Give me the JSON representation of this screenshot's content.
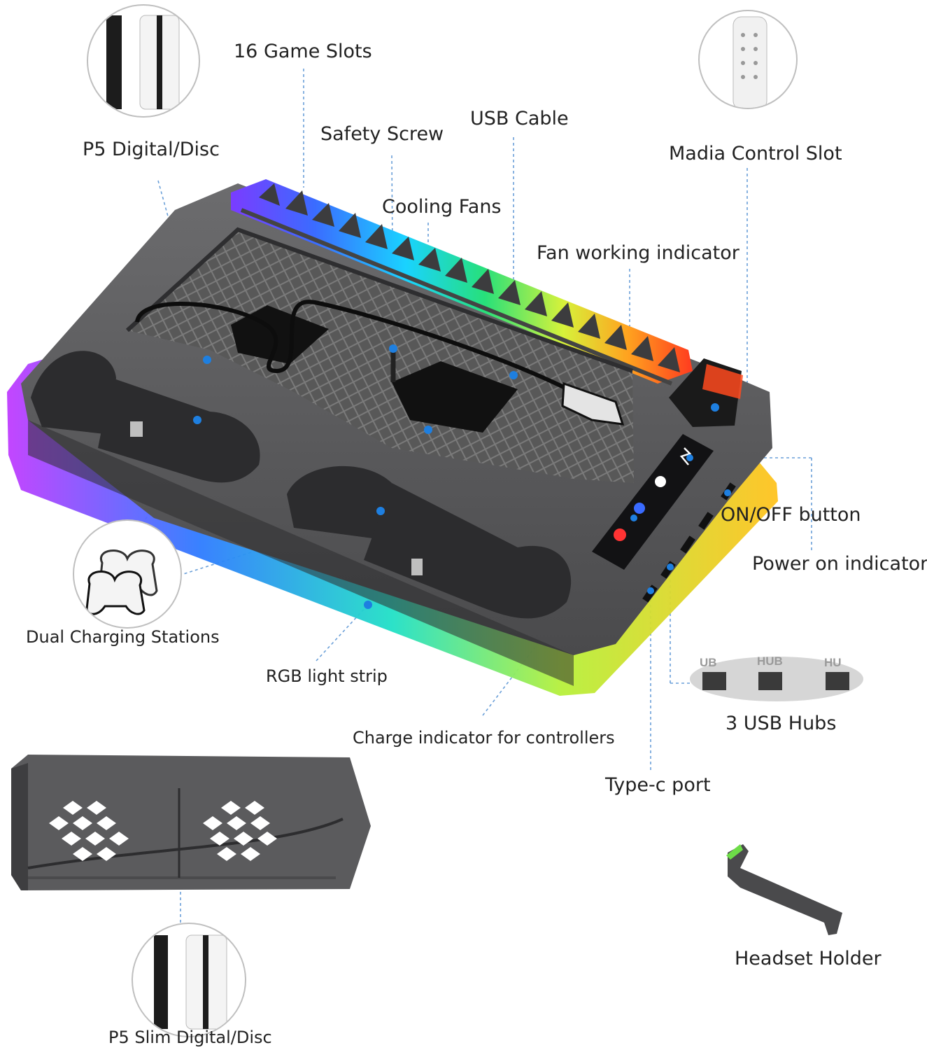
{
  "labels": {
    "game_slots": "16 Game Slots",
    "digital_disc": "P5 Digital/Disc",
    "safety_screw": "Safety Screw",
    "usb_cable": "USB Cable",
    "media_slot": "Madia Control Slot",
    "cooling_fans": "Cooling Fans",
    "fan_indicator": "Fan working indicator",
    "onoff": "ON/OFF button",
    "power_indicator": "Power on indicator",
    "dual_charging": "Dual Charging Stations",
    "rgb_strip": "RGB light strip",
    "usb_hubs": "3 USB Hubs",
    "charge_indicator": "Charge indicator for controllers",
    "typec": "Type-c port",
    "headset": "Headset Holder",
    "slim": "P5 Slim Digital/Disc"
  },
  "hub_labels": [
    "UB",
    "HUB",
    "HU"
  ],
  "colors": {
    "callout_line": "#6a9fd8",
    "callout_dot": "#1e7fe0",
    "base_grey": "#5a5a5c",
    "base_dark": "#3a3a3c"
  }
}
